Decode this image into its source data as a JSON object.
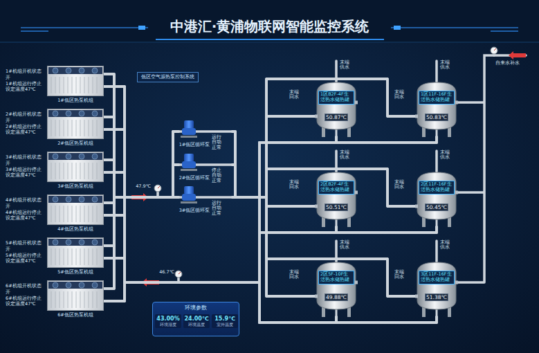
{
  "diagram": {
    "title": "中港汇·黄浦物联网智能监控系统",
    "nodes": [
      {
        "text": [
          "1#机组开机状态开",
          "1#机组运行停止",
          "设定温度47℃",
          "1#低区热泵机组"
        ]
      },
      {
        "text": [
          "2#机组开机状态开",
          "2#机组运行停止",
          "设定温度47℃",
          "2#低区热泵机组"
        ]
      },
      {
        "text": [
          "3#机组开机状态开",
          "3#机组运行停止",
          "设定温度47℃",
          "3#低区热泵机组"
        ]
      },
      {
        "text": [
          "4#机组开机状态开",
          "4#机组运行停止",
          "设定温度47℃",
          "4#低区热泵机组"
        ]
      },
      {
        "text": [
          "5#机组开机状态开",
          "5#机组运行停止",
          "设定温度47℃",
          "5#低区热泵机组"
        ]
      },
      {
        "text": [
          "6#机组开机状态开",
          "6#机组运行停止",
          "设定温度47℃",
          "6#低区热泵机组"
        ]
      },
      {
        "text": [
          "低区空气源热泵控制系统"
        ]
      },
      {
        "text": [
          "运行 自动 正常",
          "1#低区循环泵"
        ]
      },
      {
        "text": [
          "停止 自动 正常",
          "2#低区循环泵"
        ]
      },
      {
        "text": [
          "运行 自动 正常",
          "3#低区循环泵"
        ]
      },
      {
        "text": [
          "1区B2F-4F生活热水储热罐",
          "50.87℃"
        ]
      },
      {
        "text": [
          "1区11F-16F生活热水储热罐",
          "50.83℃"
        ]
      },
      {
        "text": [
          "2区B2F-4F生活热水储热罐",
          "50.51℃"
        ]
      },
      {
        "text": [
          "2区11F-16F生活热水储热罐",
          "50.45℃"
        ]
      },
      {
        "text": [
          "2区5F-10F生活热水储热罐",
          "49.88℃"
        ]
      },
      {
        "text": [
          "3区11F-16F生活热水储热罐",
          "51.38℃"
        ]
      },
      {
        "text": [
          "环境参数",
          "43.00%",
          "环境湿度",
          "24.00℃",
          "环境温度",
          "15.9℃",
          "室外温度"
        ]
      }
    ],
    "edges": [
      {
        "from": 0,
        "to": 7,
        "arrow": "none"
      },
      {
        "from": 0,
        "to": 8,
        "arrow": "none"
      },
      {
        "from": 0,
        "to": 9,
        "arrow": "none"
      },
      {
        "from": 1,
        "to": 7,
        "arrow": "none"
      },
      {
        "from": 1,
        "to": 8,
        "arrow": "none"
      },
      {
        "from": 1,
        "to": 9,
        "arrow": "none"
      },
      {
        "from": 2,
        "to": 7,
        "arrow": "none"
      },
      {
        "from": 2,
        "to": 8,
        "arrow": "none"
      },
      {
        "from": 2,
        "to": 9,
        "arrow": "none"
      },
      {
        "from": 3,
        "to": 7,
        "arrow": "none"
      },
      {
        "from": 3,
        "to": 8,
        "arrow": "none"
      },
      {
        "from": 3,
        "to": 9,
        "arrow": "none"
      },
      {
        "from": 4,
        "to": 7,
        "arrow": "none"
      },
      {
        "from": 4,
        "to": 8,
        "arrow": "none"
      },
      {
        "from": 4,
        "to": 9,
        "arrow": "none"
      },
      {
        "from": 5,
        "to": 7,
        "arrow": "none"
      },
      {
        "from": 5,
        "to": 8,
        "arrow": "none"
      },
      {
        "from": 5,
        "to": 9,
        "arrow": "none"
      },
      {
        "from": 7,
        "to": 10,
        "arrow": "none"
      },
      {
        "from": 7,
        "to": 11,
        "arrow": "none"
      },
      {
        "from": 7,
        "to": 12,
        "arrow": "none"
      },
      {
        "from": 7,
        "to": 13,
        "arrow": "none"
      },
      {
        "from": 7,
        "to": 14,
        "arrow": "none"
      },
      {
        "from": 7,
        "to": 15,
        "arrow": "none"
      },
      {
        "from": 8,
        "to": 10,
        "arrow": "none"
      },
      {
        "from": 8,
        "to": 11,
        "arrow": "none"
      },
      {
        "from": 8,
        "to": 12,
        "arrow": "none"
      },
      {
        "from": 8,
        "to": 13,
        "arrow": "none"
      },
      {
        "from": 8,
        "to": 14,
        "arrow": "none"
      },
      {
        "from": 8,
        "to": 15,
        "arrow": "none"
      },
      {
        "from": 9,
        "to": 10,
        "arrow": "none"
      },
      {
        "from": 9,
        "to": 11,
        "arrow": "none"
      },
      {
        "from": 9,
        "to": 12,
        "arrow": "none"
      },
      {
        "from": 9,
        "to": 13,
        "arrow": "none"
      },
      {
        "from": 9,
        "to": 14,
        "arrow": "none"
      },
      {
        "from": 9,
        "to": 15,
        "arrow": "none"
      },
      {
        "from": 10,
        "to": 0,
        "arrow": "none"
      },
      {
        "from": 10,
        "to": 1,
        "arrow": "none"
      },
      {
        "from": 10,
        "to": 2,
        "arrow": "none"
      },
      {
        "from": 10,
        "to": 3,
        "arrow": "none"
      },
      {
        "from": 10,
        "to": 4,
        "arrow": "none"
      },
      {
        "from": 10,
        "to": 5,
        "arrow": "none"
      },
      {
        "from": 11,
        "to": 0,
        "arrow": "none"
      },
      {
        "from": 11,
        "to": 1,
        "arrow": "none"
      },
      {
        "from": 11,
        "to": 2,
        "arrow": "none"
      },
      {
        "from": 11,
        "to": 3,
        "arrow": "none"
      },
      {
        "from": 11,
        "to": 4,
        "arrow": "none"
      },
      {
        "from": 11,
        "to": 5,
        "arrow": "none"
      },
      {
        "from": 12,
        "to": 0,
        "arrow": "none"
      },
      {
        "from": 12,
        "to": 1,
        "arrow": "none"
      },
      {
        "from": 12,
        "to": 2,
        "arrow": "none"
      },
      {
        "from": 12,
        "to": 3,
        "arrow": "none"
      },
      {
        "from": 12,
        "to": 4,
        "arrow": "none"
      },
      {
        "from": 12,
        "to": 5,
        "arrow": "none"
      },
      {
        "from": 13,
        "to": 0,
        "arrow": "none"
      },
      {
        "from": 13,
        "to": 1,
        "arrow": "none"
      },
      {
        "from": 13,
        "to": 2,
        "arrow": "none"
      },
      {
        "from": 13,
        "to": 3,
        "arrow": "none"
      },
      {
        "from": 13,
        "to": 4,
        "arrow": "none"
      },
      {
        "from": 13,
        "to": 5,
        "arrow": "none"
      },
      {
        "from": 14,
        "to": 0,
        "arrow": "none"
      },
      {
        "from": 14,
        "to": 1,
        "arrow": "none"
      },
      {
        "from": 14,
        "to": 2,
        "arrow": "none"
      },
      {
        "from": 14,
        "to": 3,
        "arrow": "none"
      },
      {
        "from": 14,
        "to": 4,
        "arrow": "none"
      },
      {
        "from": 14,
        "to": 5,
        "arrow": "none"
      },
      {
        "from": 15,
        "to": 0,
        "arrow": "none"
      },
      {
        "from": 15,
        "to": 1,
        "arrow": "none"
      },
      {
        "from": 15,
        "to": 2,
        "arrow": "none"
      },
      {
        "from": 15,
        "to": 3,
        "arrow": "none"
      },
      {
        "from": 15,
        "to": 4,
        "arrow": "none"
      },
      {
        "from": 15,
        "to": 5,
        "arrow": "none"
      }
    ],
    "labels": [
      "47.9℃",
      "46.7℃",
      "自来水补水",
      "末端供水",
      "末端回水",
      "末端供水",
      "末端回水",
      "末端供水",
      "末端回水",
      "末端供水",
      "末端回水",
      "末端供水",
      "末端回水",
      "末端供水",
      "末端回水"
    ]
  }
}
